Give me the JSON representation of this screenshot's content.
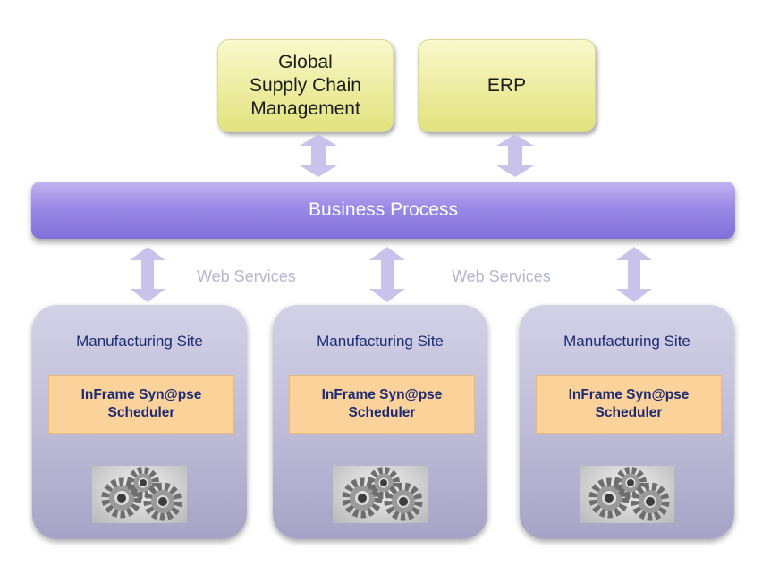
{
  "top_boxes": [
    {
      "label": "Global\nSupply Chain\nManagement"
    },
    {
      "label": "ERP"
    }
  ],
  "business_process": {
    "label": "Business Process"
  },
  "web_services_labels": [
    "Web Services",
    "Web Services"
  ],
  "sites": [
    {
      "title": "Manufacturing Site",
      "scheduler": "InFrame Syn@pse\nScheduler",
      "image": "gears-icon"
    },
    {
      "title": "Manufacturing Site",
      "scheduler": "InFrame Syn@pse\nScheduler",
      "image": "gears-icon"
    },
    {
      "title": "Manufacturing Site",
      "scheduler": "InFrame Syn@pse\nScheduler",
      "image": "gears-icon"
    }
  ],
  "colors": {
    "top_box": "#ecec9f",
    "business_process": "#9a8ae6",
    "site": "#bebbd7",
    "scheduler": "#fad29a",
    "arrow": "#c9c3ec",
    "site_text": "#1c2a74",
    "web_services_text": "#b4b6d2"
  }
}
